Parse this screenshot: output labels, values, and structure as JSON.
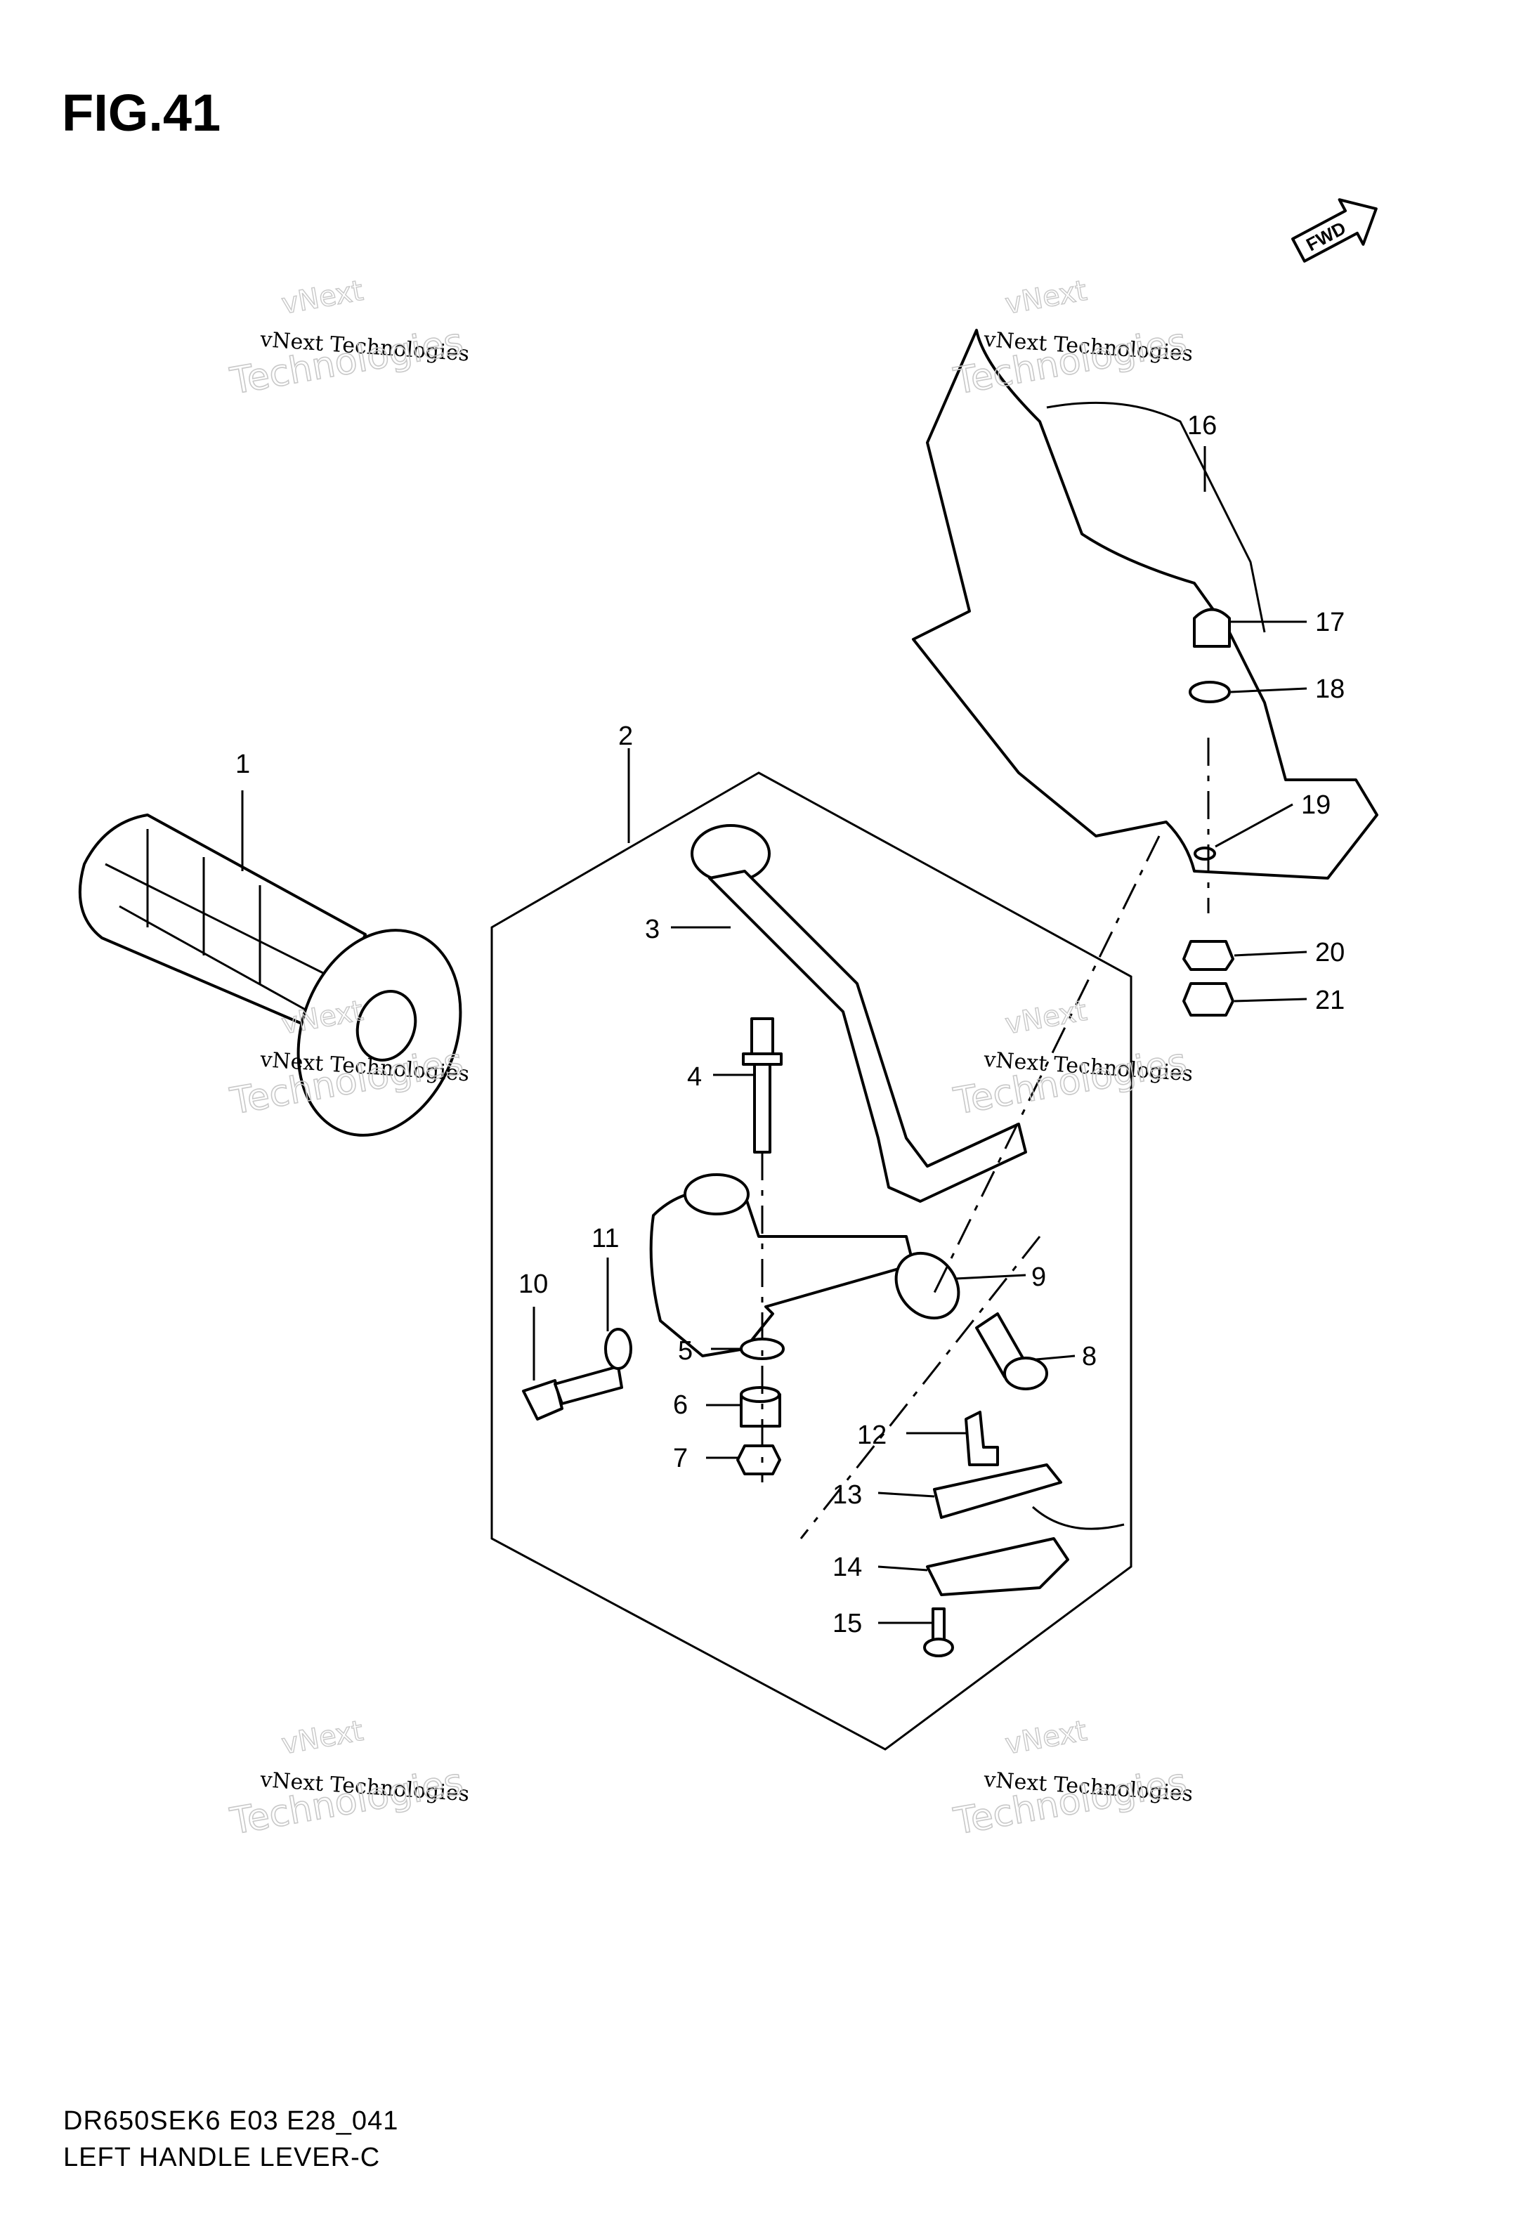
{
  "figure_title": "FIG.41",
  "diagram_code": "DR650SEK6 E03 E28_041",
  "diagram_subtitle": "LEFT HANDLE LEVER-C",
  "direction_badge": "FWD",
  "watermark": {
    "line1": "vNext Technologies",
    "big": "Technologies",
    "small": "vNext"
  },
  "callouts": [
    "1",
    "2",
    "3",
    "4",
    "5",
    "6",
    "7",
    "8",
    "9",
    "10",
    "11",
    "12",
    "13",
    "14",
    "15",
    "16",
    "17",
    "18",
    "19",
    "20",
    "21"
  ]
}
